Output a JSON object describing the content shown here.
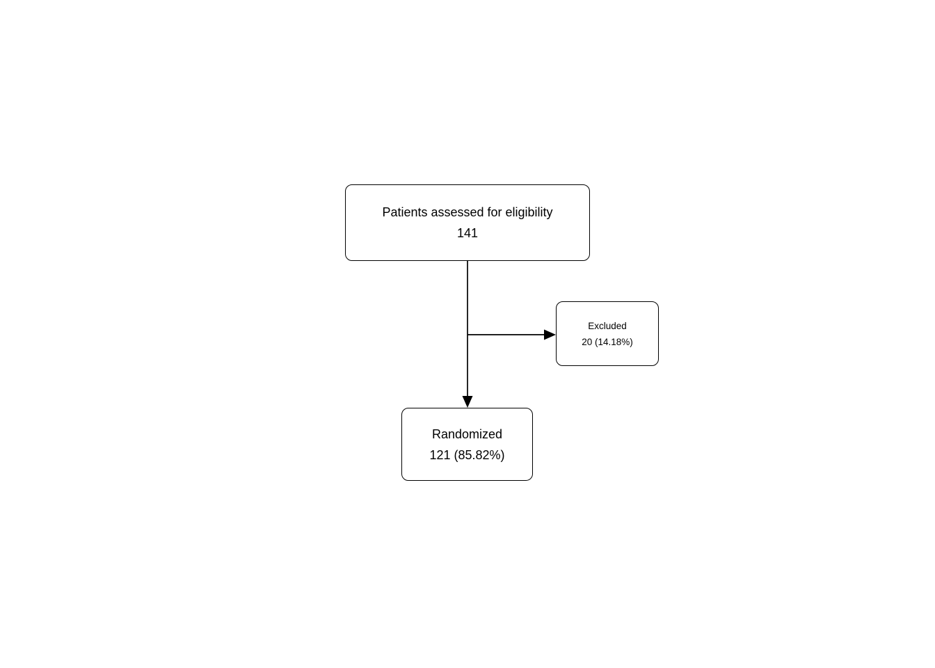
{
  "diagram": {
    "type": "flowchart",
    "description": "Patient eligibility and randomization flow diagram",
    "colors": {
      "background": "#ffffff",
      "box_fill": "#ffffff",
      "box_border": "#000000",
      "text": "#000000",
      "connector": "#000000"
    },
    "nodes": {
      "eligibility": {
        "line1": "Patients assessed for eligibility",
        "line2": "141"
      },
      "excluded": {
        "line1": "Excluded",
        "line2": "20 (14.18%)"
      },
      "randomized": {
        "line1": "Randomized",
        "line2": "121 (85.82%)"
      }
    },
    "edges": [
      {
        "from": "eligibility",
        "to": "randomized",
        "direction": "down"
      },
      {
        "from": "eligibility",
        "to": "excluded",
        "direction": "right"
      }
    ]
  }
}
